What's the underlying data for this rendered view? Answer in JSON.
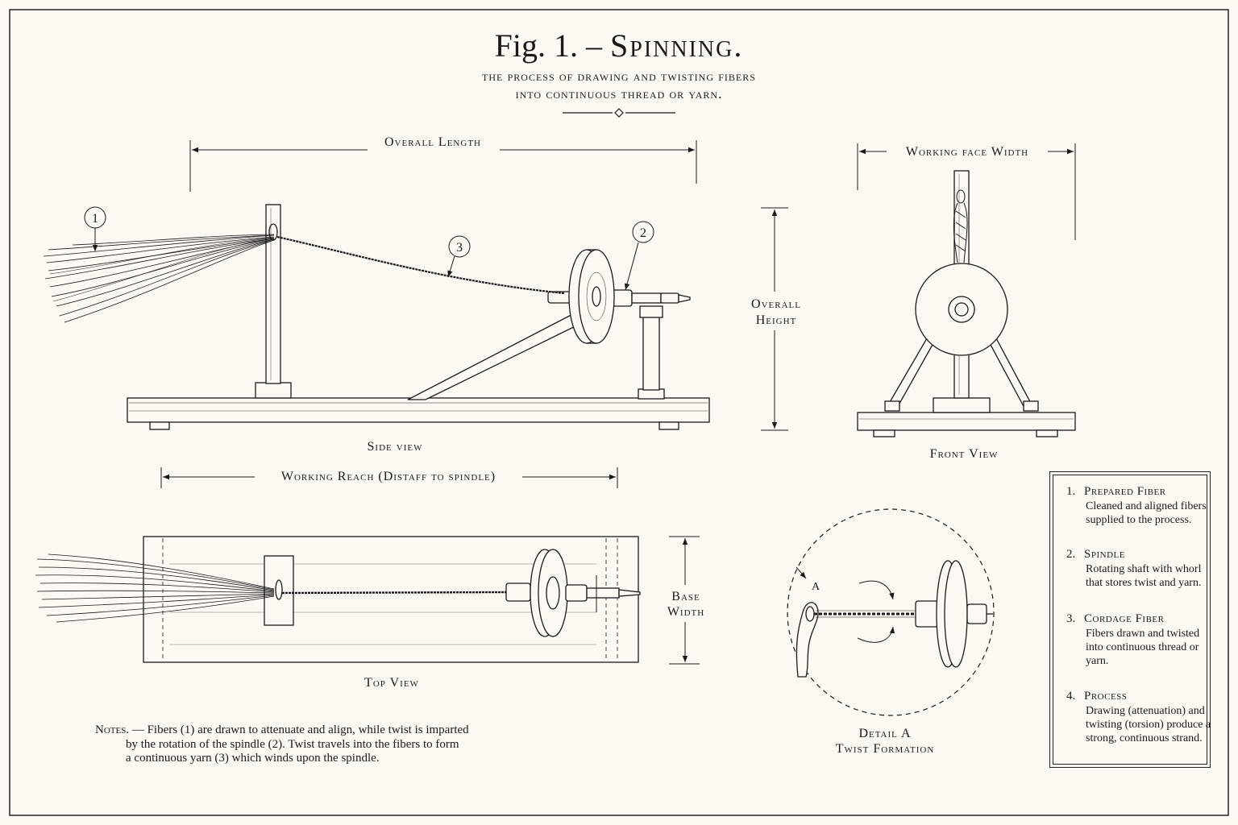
{
  "title": {
    "fig": "Fig. 1. –",
    "name": "Spinning.",
    "subtitle_line1": "the process of drawing and twisting fibers",
    "subtitle_line2": "into continuous thread or yarn."
  },
  "views": {
    "side": "Side view",
    "front": "Front View",
    "top": "Top View",
    "detail_line1": "Detail A",
    "detail_line2": "Twist Formation",
    "detail_marker": "A"
  },
  "dimensions": {
    "overall_length": "Overall Length",
    "working_face_width": "Working face Width",
    "overall_height_line1": "Overall",
    "overall_height_line2": "Height",
    "working_reach": "Working Reach (Distaff to spindle)",
    "base_width_line1": "Base",
    "base_width_line2": "Width"
  },
  "callouts": [
    "1",
    "2",
    "3"
  ],
  "notes": {
    "heading": "Notes. —",
    "line1": "Fibers (1) are drawn to attenuate and align, while twist is imparted",
    "line2": "by the rotation of the spindle (2). Twist travels into the fibers to form",
    "line3": "a continuous yarn (3) which winds upon the spindle."
  },
  "legend": [
    {
      "number": "1.",
      "title": "Prepared Fiber",
      "desc": "Cleaned and aligned fibers supplied to the process."
    },
    {
      "number": "2.",
      "title": "Spindle",
      "desc": "Rotating shaft with whorl that stores twist and yarn."
    },
    {
      "number": "3.",
      "title": "Cordage Fiber",
      "desc": "Fibers drawn and twisted into continuous thread or yarn."
    },
    {
      "number": "4.",
      "title": "Process",
      "desc": "Drawing (attenuation) and twisting (torsion) produce a strong, continuous strand."
    }
  ]
}
